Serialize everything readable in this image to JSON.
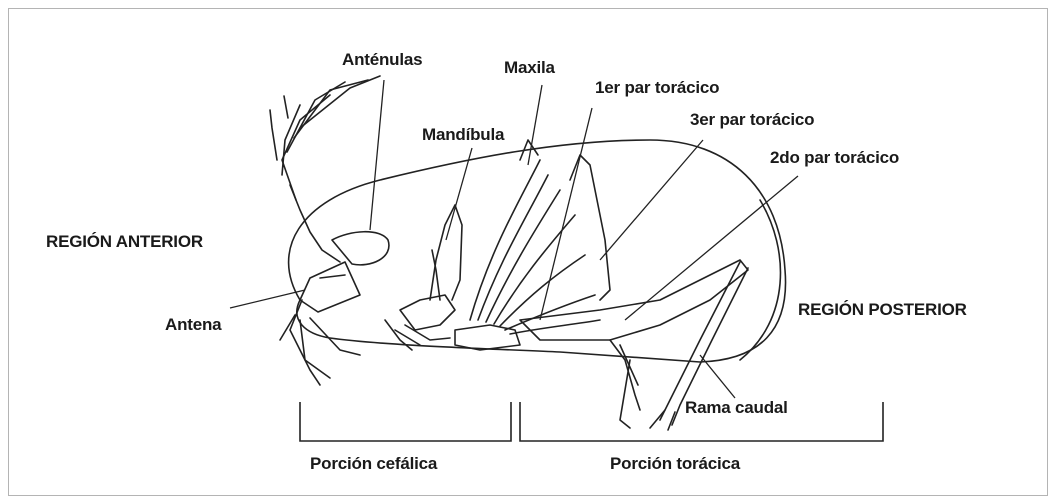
{
  "diagram": {
    "labels": {
      "antenulas": "Anténulas",
      "maxila": "Maxila",
      "primer_par": "1er par torácico",
      "mandibula": "Mandíbula",
      "tercer_par": "3er par torácico",
      "segundo_par": "2do par torácico",
      "region_anterior": "REGIÓN ANTERIOR",
      "antena": "Antena",
      "region_posterior": "REGIÓN POSTERIOR",
      "rama_caudal": "Rama caudal",
      "porcion_cefalica": "Porción cefálica",
      "porcion_toracica": "Porción torácica"
    }
  }
}
